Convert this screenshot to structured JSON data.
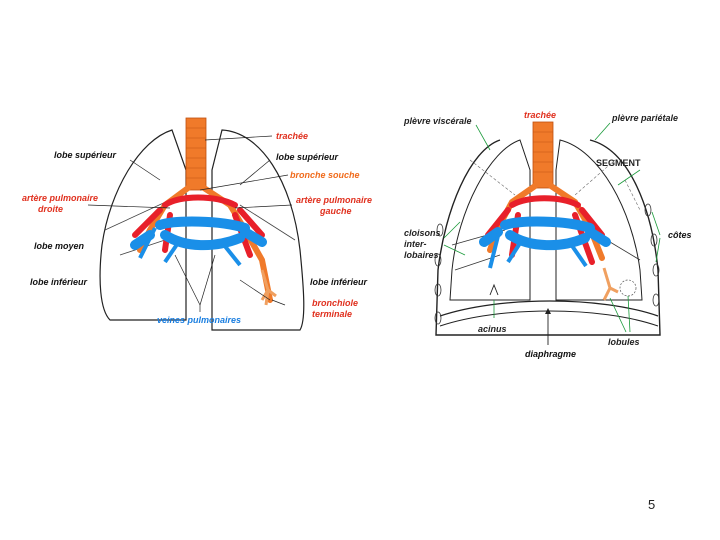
{
  "colors": {
    "trachea": "#f07a2a",
    "artery": "#e8202a",
    "vein": "#1a8fe8",
    "bronchiole": "#f0a060",
    "outline": "#222222",
    "leader_green": "#1a9a3a"
  },
  "left_diagram": {
    "labels": {
      "trachee": "trachée",
      "lobe_superieur_left": "lobe supérieur",
      "lobe_superieur_right": "lobe supérieur",
      "bronche_souche": "bronche souche",
      "artere_pulmonaire_droite_1": "artère pulmonaire",
      "artere_pulmonaire_droite_2": "droite",
      "artere_pulmonaire_gauche_1": "artère pulmonaire",
      "artere_pulmonaire_gauche_2": "gauche",
      "lobe_moyen": "lobe moyen",
      "lobe_inferieur_left": "lobe inférieur",
      "lobe_inferieur_right": "lobe inférieur",
      "bronchiole_terminale_1": "bronchiole",
      "bronchiole_terminale_2": "terminale",
      "veines_pulmonaires": "veines pulmonaires"
    }
  },
  "right_diagram": {
    "labels": {
      "trachee": "trachée",
      "plevre_viscerale": "plèvre viscérale",
      "plevre_parietale": "plèvre pariétale",
      "segment": "SEGMENT",
      "cloisons_1": "cloisons",
      "cloisons_2": "inter-",
      "cloisons_3": "lobaires",
      "cotes": "côtes",
      "acinus": "acinus",
      "lobules": "lobules",
      "diaphragme": "diaphragme"
    }
  },
  "page_number": "5"
}
